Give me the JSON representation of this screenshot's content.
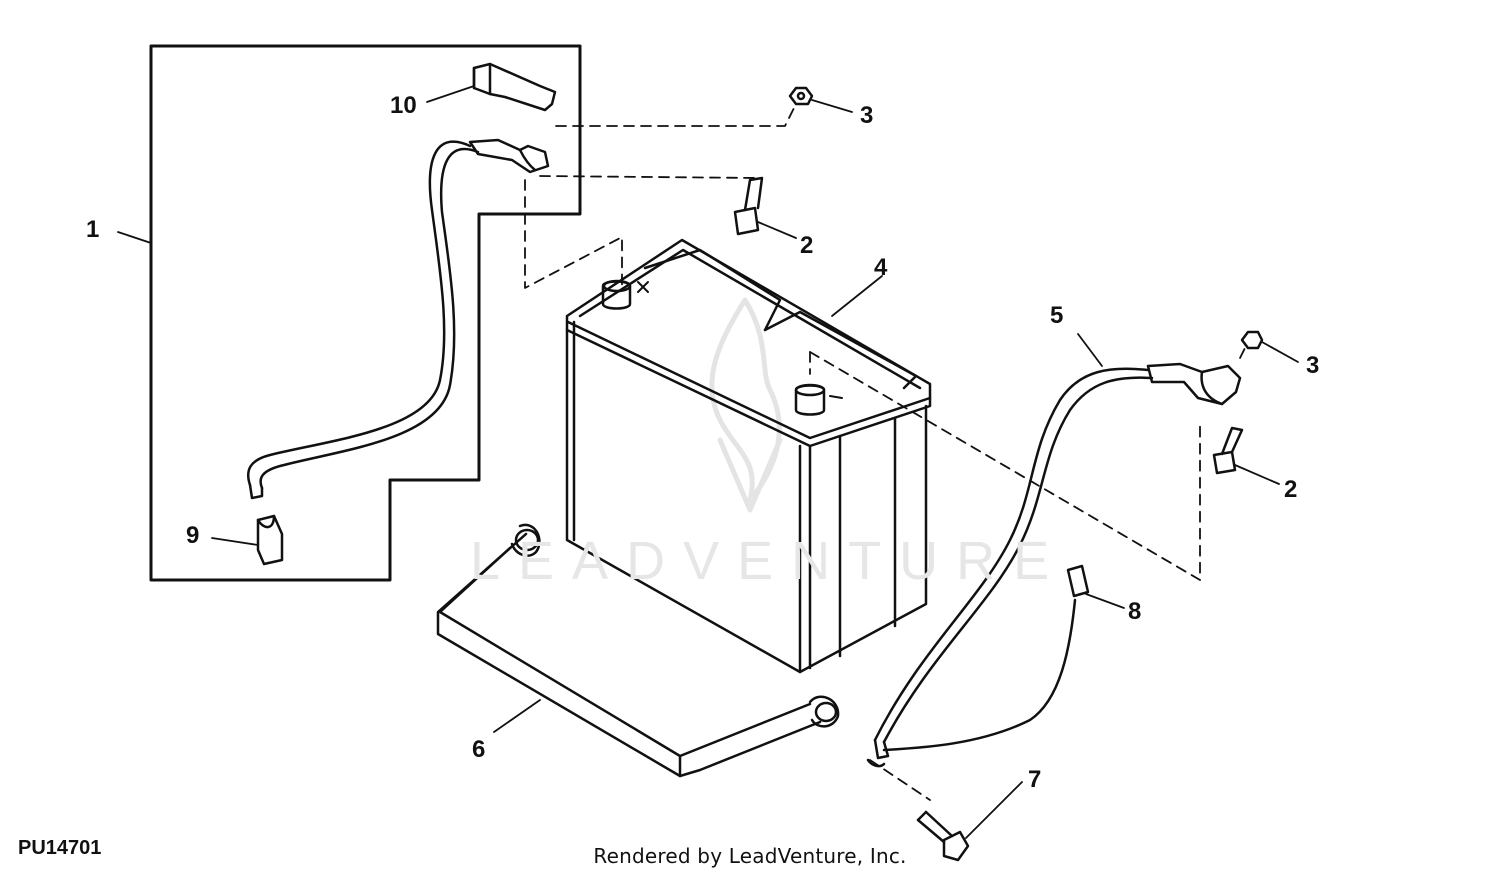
{
  "figure_id": "PU14701",
  "render_credit": "Rendered by LeadVenture, Inc.",
  "watermark": "LEADVENTURE",
  "callouts": [
    {
      "key": "1",
      "label": "1"
    },
    {
      "key": "2a",
      "label": "2"
    },
    {
      "key": "2b",
      "label": "2"
    },
    {
      "key": "3a",
      "label": "3"
    },
    {
      "key": "3b",
      "label": "3"
    },
    {
      "key": "4",
      "label": "4"
    },
    {
      "key": "5",
      "label": "5"
    },
    {
      "key": "6",
      "label": "6"
    },
    {
      "key": "7",
      "label": "7"
    },
    {
      "key": "8",
      "label": "8"
    },
    {
      "key": "9",
      "label": "9"
    },
    {
      "key": "10",
      "label": "10"
    }
  ],
  "colors": {
    "line": "#111111",
    "background": "#ffffff",
    "watermark": "#e6e6e6"
  }
}
